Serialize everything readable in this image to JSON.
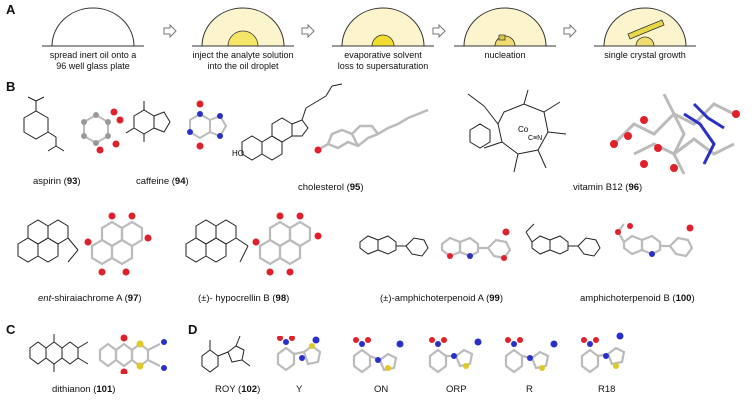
{
  "panels": {
    "A": "A",
    "B": "B",
    "C": "C",
    "D": "D"
  },
  "steps": [
    {
      "line1": "spread inert oil onto a",
      "line2": "96 well glass plate"
    },
    {
      "line1": "inject the analyte solution",
      "line2": "into the oil droplet"
    },
    {
      "line1": "evaporative solvent",
      "line2": "loss to supersaturation"
    },
    {
      "line1": "nucleation",
      "line2": ""
    },
    {
      "line1": "single crystal growth",
      "line2": ""
    }
  ],
  "compounds": {
    "aspirin": {
      "name": "aspirin",
      "num": "93"
    },
    "caffeine": {
      "name": "caffeine",
      "num": "94"
    },
    "cholesterol": {
      "name": "cholesterol",
      "num": "95"
    },
    "vitaminb12": {
      "name": "vitamin B12",
      "num": "96"
    },
    "shiraia": {
      "prefix": "ent",
      "name": "-shiraiachrome A",
      "num": "97"
    },
    "hypocrellin": {
      "name": "(±)- hypocrellin B",
      "num": "98"
    },
    "amphiA": {
      "name": "(±)-amphichoterpenoid A",
      "num": "99"
    },
    "amphiB": {
      "name": "amphichoterpenoid B",
      "num": "100"
    },
    "dithianon": {
      "name": "dithianon",
      "num": "101"
    },
    "roy": {
      "name": "ROY",
      "num": "102"
    }
  },
  "polymorphs": [
    "Y",
    "ON",
    "ORP",
    "R",
    "R18"
  ],
  "colors": {
    "oil": "#fbf4cc",
    "droplet": "#f5e66a",
    "crystal": "#e8d848",
    "oxygen": "#e0202a",
    "nitrogen": "#2830c8",
    "sulfur": "#e0c828",
    "carbon": "#9a9a9a"
  }
}
